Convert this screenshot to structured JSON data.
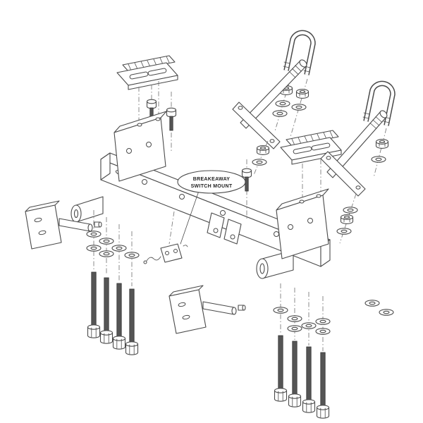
{
  "diagram": {
    "type": "exploded-assembly-diagram",
    "callout": {
      "line1": "BREAKEAWAY",
      "line2": "SWITCH MOUNT"
    },
    "colors": {
      "line": "#4a4a4a",
      "dash": "#777777",
      "thread": "#555555",
      "text": "#222222",
      "background": "#ffffff"
    },
    "parts": [
      "main-crossbar",
      "left-receiver-tube",
      "right-receiver-tube",
      "left-mounting-bracket",
      "right-mounting-bracket",
      "slotted-clamp-plate",
      "clamp-bar",
      "u-bolt",
      "support-arm",
      "attachment-bar",
      "left-baseplate-bracket",
      "lower-baseplate-bracket",
      "locking-pin",
      "breakaway-switch-bracket",
      "breakaway-switch-cable",
      "flat-washer",
      "hex-nut",
      "hex-bolt-long",
      "hex-bolt-short"
    ]
  }
}
